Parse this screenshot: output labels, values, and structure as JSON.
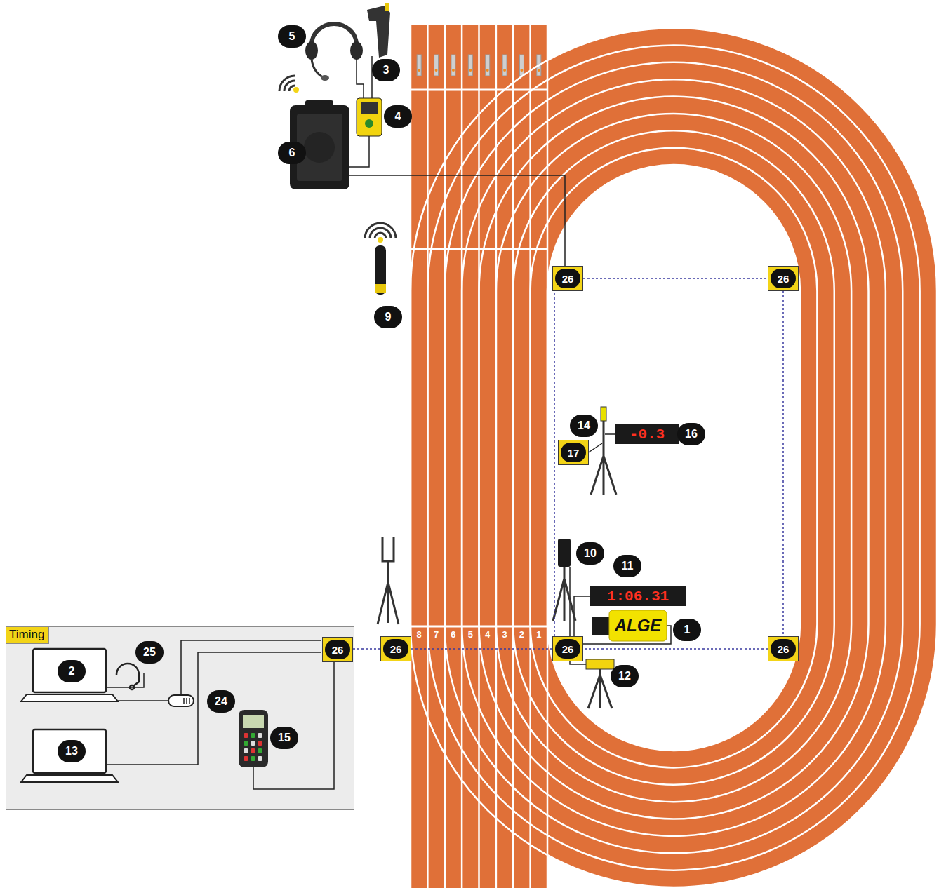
{
  "diagram": {
    "nodes": [
      {
        "text": [
          "26"
        ]
      },
      {
        "text": [
          "26"
        ]
      },
      {
        "text": [
          "17"
        ]
      },
      {
        "text": [
          "Timing"
        ]
      },
      {
        "text": [
          "26"
        ],
        "in": 3
      },
      {
        "text": [
          "26"
        ]
      },
      {
        "text": [
          "26"
        ]
      },
      {
        "text": [
          "26"
        ]
      }
    ],
    "edges": [
      {
        "from": 0,
        "to": 1,
        "arrow": "none"
      },
      {
        "from": 1,
        "to": 7,
        "arrow": "none"
      },
      {
        "from": 7,
        "to": 6,
        "arrow": "none"
      },
      {
        "from": 6,
        "to": 0,
        "arrow": "none"
      },
      {
        "from": 6,
        "to": 5,
        "arrow": "none"
      },
      {
        "from": 5,
        "to": 4,
        "arrow": "none"
      }
    ],
    "labels": [
      "5",
      "3",
      "4",
      "6",
      "9",
      "14",
      "16",
      "-0.3",
      "10",
      "11",
      "1:06.31",
      "8",
      "7",
      "6",
      "5",
      "4",
      "3",
      "2",
      "1",
      "ALGE",
      "1",
      "12",
      "2",
      "25",
      "24",
      "13",
      "15"
    ]
  }
}
